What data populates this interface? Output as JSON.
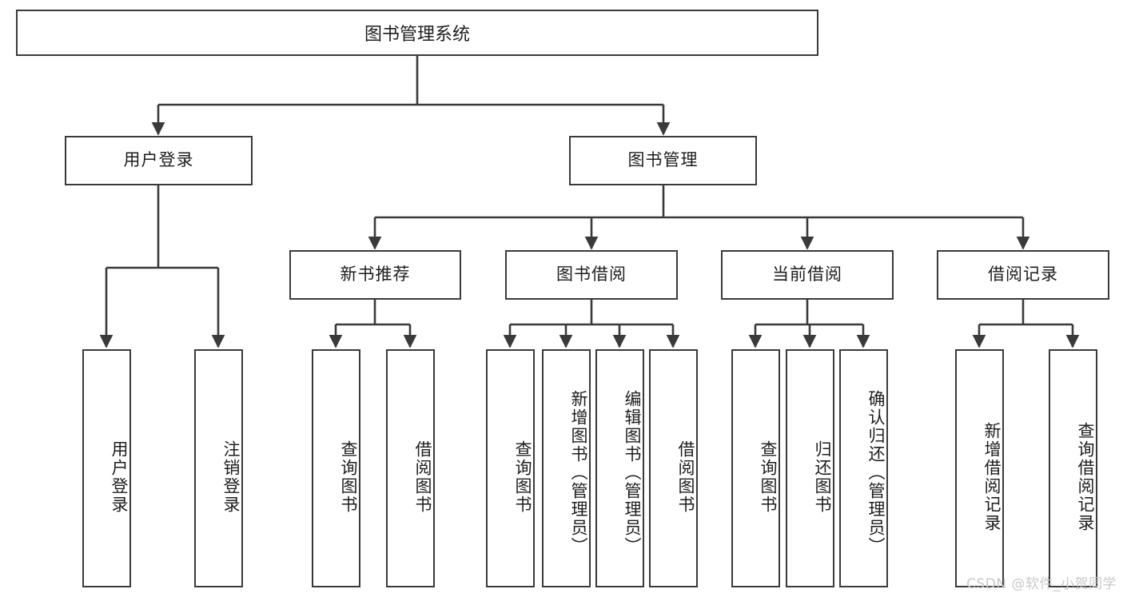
{
  "diagram": {
    "title": "图书管理系统",
    "type": "tree",
    "watermark": "CSDN @软件_小贺同学",
    "colors": {
      "box_border": "#3a3a3a",
      "box_fill": "#ffffff",
      "line": "#3a3a3a",
      "text": "#1d1d1d",
      "watermark": "#c9c9c9",
      "background": "#ffffff"
    },
    "levels": {
      "root": "图书管理系统",
      "level2": [
        "用户登录",
        "图书管理"
      ],
      "level3": [
        "新书推荐",
        "图书借阅",
        "当前借阅",
        "借阅记录"
      ],
      "level4_groups": [
        {
          "parent": "用户登录",
          "leaves": [
            "用户登录",
            "注销登录"
          ]
        },
        {
          "parent": "新书推荐",
          "leaves": [
            "查询图书",
            "借阅图书"
          ]
        },
        {
          "parent": "图书借阅",
          "leaves": [
            "查询图书",
            "新增图书（管理员）",
            "编辑图书（管理员）",
            "借阅图书"
          ]
        },
        {
          "parent": "当前借阅",
          "leaves": [
            "查询图书",
            "归还图书",
            "确认归还（管理员）"
          ]
        },
        {
          "parent": "借阅记录",
          "leaves": [
            "新增借阅记录",
            "查询借阅记录"
          ]
        }
      ]
    },
    "nodes": {
      "root": {
        "label": "图书管理系统"
      },
      "user_login": {
        "label": "用户登录"
      },
      "book_manage": {
        "label": "图书管理"
      },
      "new_book_rec": {
        "label": "新书推荐"
      },
      "book_borrow": {
        "label": "图书借阅"
      },
      "current_borrow": {
        "label": "当前借阅"
      },
      "borrow_record": {
        "label": "借阅记录"
      },
      "leaf_user_login": {
        "label": "用户登录"
      },
      "leaf_logout": {
        "label": "注销登录"
      },
      "leaf_query_book_1": {
        "label": "查询图书"
      },
      "leaf_borrow_book_1": {
        "label": "借阅图书"
      },
      "leaf_query_book_2": {
        "label": "查询图书"
      },
      "leaf_add_book_admin": {
        "label": "新增图书（管理员）"
      },
      "leaf_edit_book_admin": {
        "label": "编辑图书（管理员）"
      },
      "leaf_borrow_book_2": {
        "label": "借阅图书"
      },
      "leaf_query_book_3": {
        "label": "查询图书"
      },
      "leaf_return_book": {
        "label": "归还图书"
      },
      "leaf_confirm_return_admin": {
        "label": "确认归还（管理员）"
      },
      "leaf_add_borrow_record": {
        "label": "新增借阅记录"
      },
      "leaf_query_borrow_record": {
        "label": "查询借阅记录"
      }
    }
  }
}
